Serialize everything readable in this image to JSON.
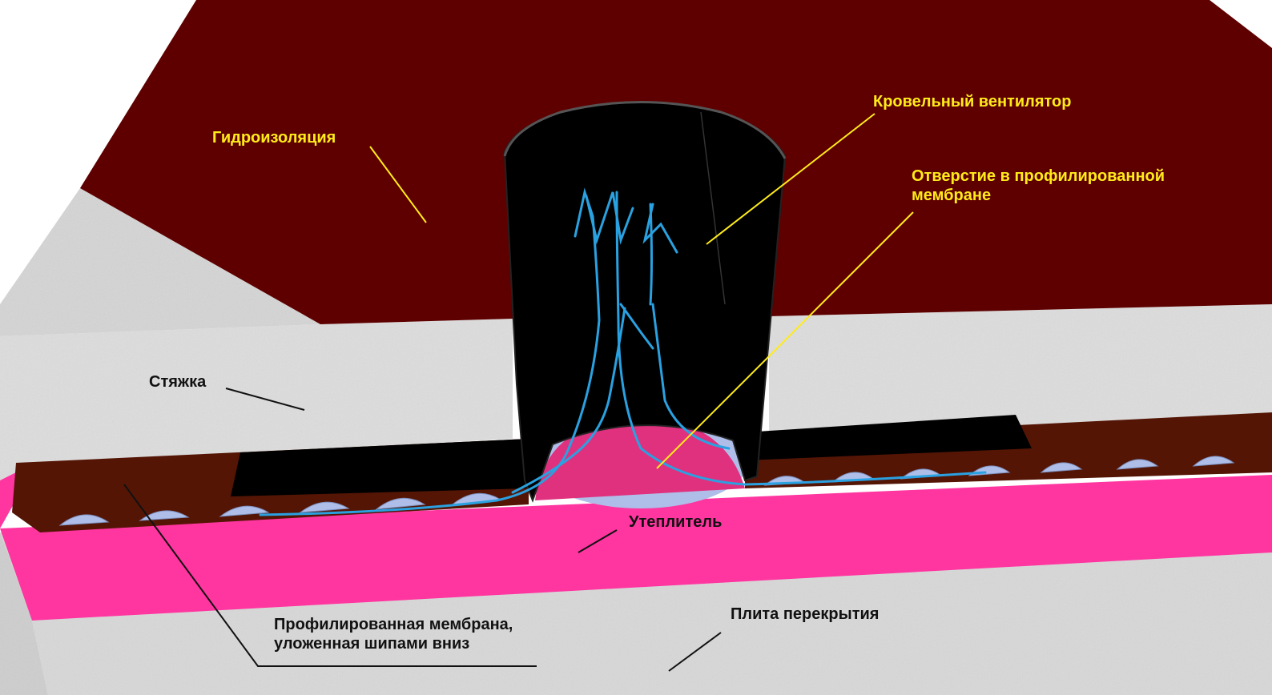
{
  "labels": {
    "waterproofing": "Гидроизоляция",
    "roof_fan": "Кровельный вентилятор",
    "membrane_hole": {
      "line1": "Отверстие в профилированной",
      "line2": "мембране"
    },
    "screed": "Стяжка",
    "insulation": "Утеплитель",
    "profiled_membrane": {
      "line1": "Профилированная мембрана,",
      "line2": "уложенная шипами вниз"
    },
    "floor_slab": "Плита перекрытия"
  },
  "colors": {
    "waterproofing": "#5e0000",
    "concrete": "#dcdcdc",
    "membrane": "#541505",
    "membrane_studs": "#aebee8",
    "insulation": "#ff35a0",
    "fan": "#000000",
    "airflow": "#2aa1e0",
    "yellow_label": "#ffeb1a",
    "black_label": "#111111"
  }
}
